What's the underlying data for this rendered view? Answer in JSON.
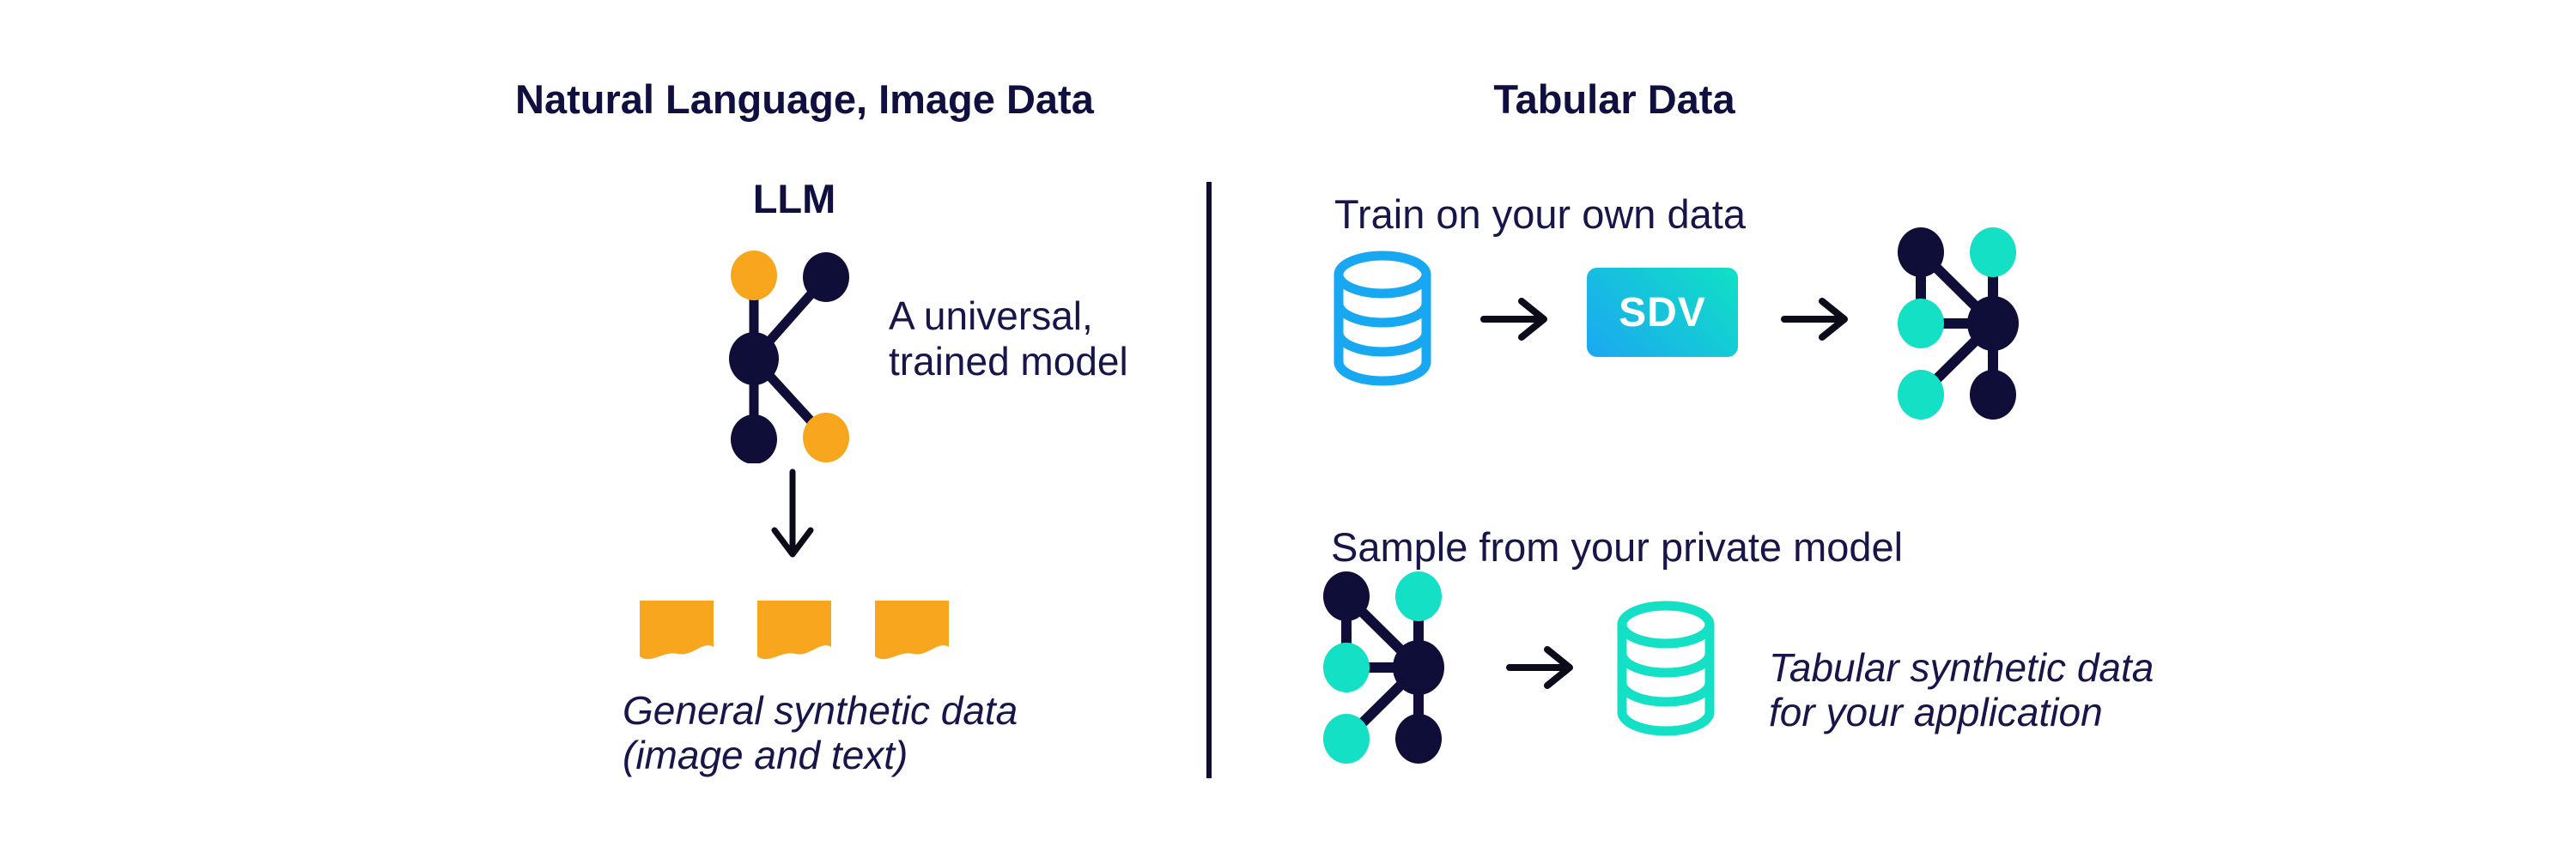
{
  "left": {
    "title": "Natural Language, Image Data",
    "model_label": "LLM",
    "model_caption": {
      "line1": "A universal,",
      "line2": "trained model"
    },
    "output_caption": {
      "line1": "General synthetic data",
      "line2": "(image and text)"
    }
  },
  "right": {
    "title": "Tabular Data",
    "train": {
      "heading": "Train on your own data",
      "sdv_label": "SDV"
    },
    "sample": {
      "heading": "Sample from your private model",
      "caption": {
        "line1": "Tabular synthetic data",
        "line2": "for your application"
      }
    }
  },
  "colors": {
    "background": "#FFFFFF",
    "navy": "#0E0E38",
    "text_navy": "#16164A",
    "orange": "#F8A61E",
    "teal": "#14E0C5",
    "blue": "#18A8F1",
    "sdv_gradient_start": "#1BA7F2",
    "sdv_gradient_end": "#10E1C4",
    "arrow_black": "#0B0B1A"
  },
  "icons": {
    "llm_network": "5-node graph (orange + navy nodes)",
    "synthetic_model_network": "6-node graph (teal + navy nodes)",
    "database_blue": "blue outlined database cylinder",
    "database_teal": "teal outlined database cylinder",
    "documents": "three orange wavy document shapes",
    "down_arrow": "black downward arrow",
    "right_arrow": "black rightward arrow"
  }
}
